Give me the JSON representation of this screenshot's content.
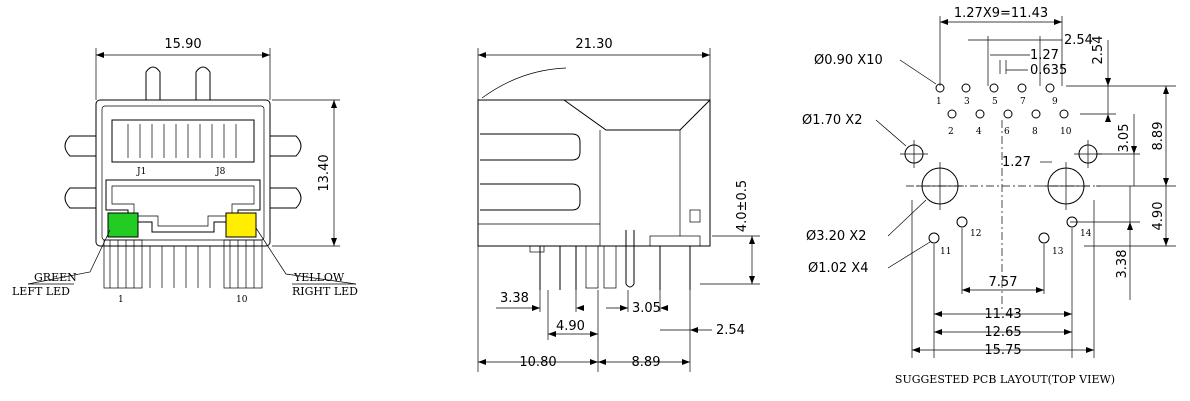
{
  "front_view": {
    "width_dim": "15.90",
    "height_dim": "13.40",
    "pin_label_j1": "J1",
    "pin_label_j8": "J8",
    "pin_first": "1",
    "pin_last": "10",
    "led_left": {
      "line1": "GREEN",
      "line2": "LEFT LED",
      "color": "#22cc22"
    },
    "led_right": {
      "line1": "YELLOW",
      "line2": "RIGHT LED",
      "color": "#ffee00"
    }
  },
  "side_view": {
    "length_dim": "21.30",
    "standoff_dim": "4.0±0.5",
    "dim_338": "3.38",
    "dim_490": "4.90",
    "dim_305": "3.05",
    "dim_254": "2.54",
    "dim_1080": "10.80",
    "dim_889": "8.89"
  },
  "pcb_layout": {
    "pitch_total": "1.27X9=11.43",
    "dim_254_top": "2.54",
    "dim_127_top": "1.27",
    "dim_0635": "0.635",
    "dim_254_right": "2.54",
    "dim_305": "3.05",
    "dim_889": "8.89",
    "dim_127_mid": "1.27",
    "dim_490": "4.90",
    "dim_338": "3.38",
    "dim_757": "7.57",
    "dim_1143": "11.43",
    "dim_1265": "12.65",
    "dim_1575": "15.75",
    "hole_090": "Ø0.90  X10",
    "hole_170": "Ø1.70  X2",
    "hole_320": "Ø3.20  X2",
    "hole_102": "Ø1.02  X4",
    "pins": [
      "1",
      "2",
      "3",
      "4",
      "5",
      "6",
      "7",
      "8",
      "9",
      "10"
    ],
    "pins_extra": [
      "11",
      "12",
      "13",
      "14"
    ],
    "caption": "SUGGESTED PCB LAYOUT(TOP VIEW)"
  }
}
